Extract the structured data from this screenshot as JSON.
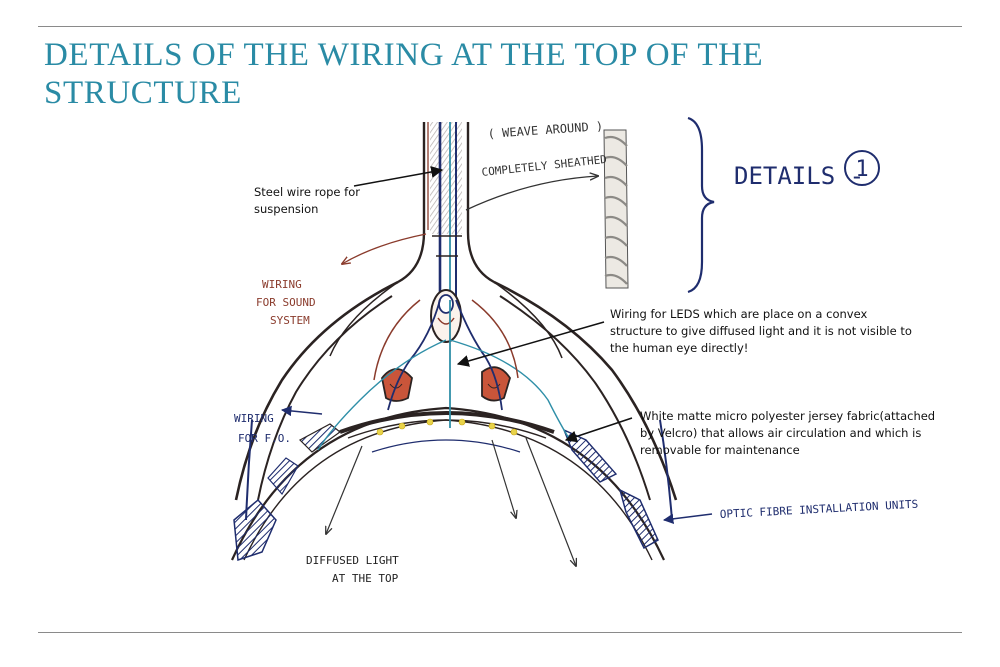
{
  "page": {
    "title": "DETAILS OF THE WIRING AT THE TOP OF THE STRUCTURE"
  },
  "labels": {
    "steel_wire": [
      "Steel wire rope for",
      "suspension"
    ],
    "led_wiring": [
      "Wiring for LEDS which are place on a convex",
      "structure to give diffused light and it is not visible to",
      "the human eye directly!"
    ],
    "fabric": [
      "White  matte micro polyester jersey fabric(attached",
      "by Velcro) that allows air circulation and which is",
      "removable for maintenance"
    ]
  },
  "handwritten": {
    "weave_around": "( WEAVE AROUND )",
    "completely_sheathed": "COMPLETELY SHEATHED",
    "details": "DETAILS -",
    "details_number": "1",
    "wiring_sound": [
      "WIRING",
      "FOR SOUND",
      "SYSTEM"
    ],
    "wiring_fo": [
      "WIRING",
      "FOR F.O."
    ],
    "diffused_light": [
      "DIFFUSED LIGHT",
      "AT THE TOP"
    ],
    "optic_fibre": "OPTIC FIBRE INSTALLATION UNITS"
  },
  "colors": {
    "title": "#2a8ba5",
    "ink_dark": "#2b2322",
    "ink_blue": "#1f2d6e",
    "ink_teal": "#2f8fa8",
    "ink_brown": "#8a3b2c",
    "led_yellow": "#e8d34a",
    "rope_grey": "#8c8a86"
  }
}
